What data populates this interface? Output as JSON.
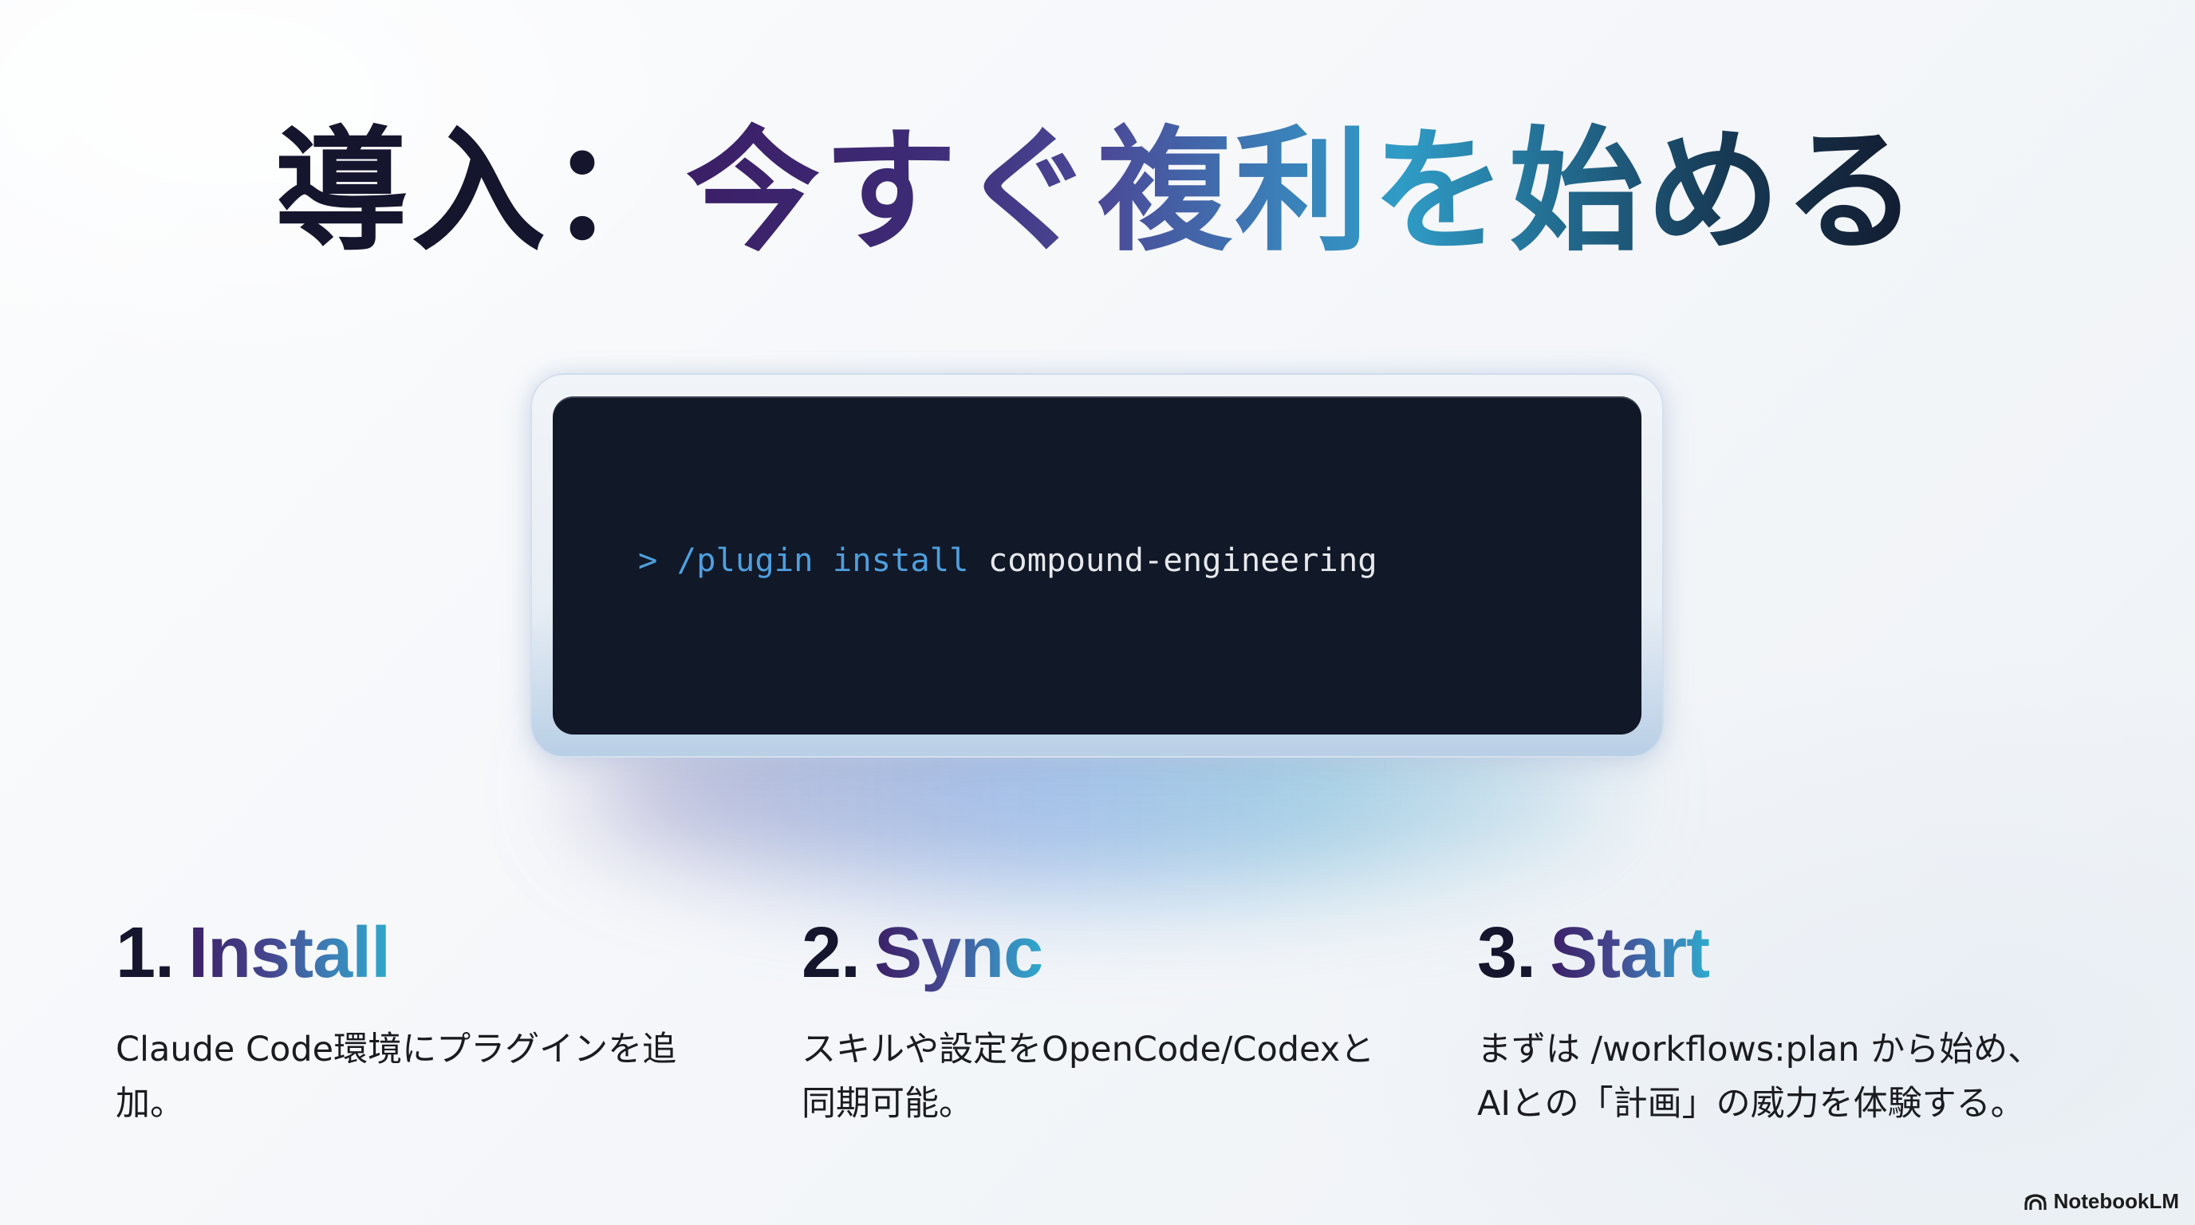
{
  "slide": {
    "title": {
      "part_dark": "導入：",
      "part_gradient": "今すぐ複利を始める",
      "full": "導入：今すぐ複利を始める"
    },
    "code_block": {
      "prompt": ">",
      "command": "/plugin install",
      "argument": "compound-engineering",
      "colors": {
        "background": "#111827",
        "command": "#4f9fde",
        "argument": "#e6e8ec"
      }
    },
    "steps": [
      {
        "number": "1.",
        "title": "Install",
        "description": "Claude Code環境にプラグインを追加。"
      },
      {
        "number": "2.",
        "title": "Sync",
        "description": "スキルや設定をOpenCode/Codexと同期可能。"
      },
      {
        "number": "3.",
        "title": "Start",
        "description": "まずは /workflows:plan から始め、AIとの「計画」の威力を体験する。"
      }
    ],
    "accent_gradient": [
      "#3b1f66",
      "#45468f",
      "#3c7fb6",
      "#2fa8cc"
    ],
    "heading_dark_color": "#15152e"
  },
  "watermark": {
    "icon": "notebooklm-logo-icon",
    "label": "NotebookLM"
  }
}
